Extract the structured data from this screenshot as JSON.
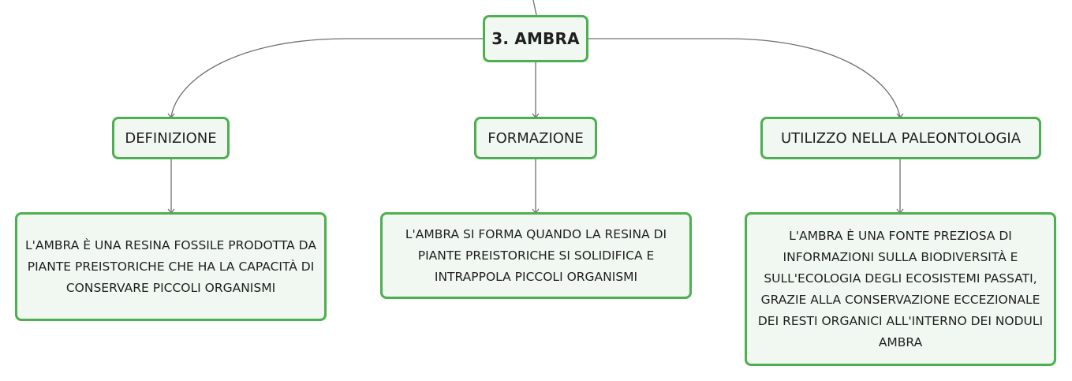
{
  "root": {
    "title": "3. AMBRA"
  },
  "branches": [
    {
      "label": "DEFINIZIONE",
      "detail": "L'AMBRA È UNA RESINA FOSSILE PRODOTTA DA PIANTE PREISTORICHE CHE HA LA CAPACITÀ DI CONSERVARE PICCOLI ORGANISMI"
    },
    {
      "label": "FORMAZIONE",
      "detail": "L'AMBRA SI FORMA QUANDO LA RESINA DI PIANTE PREISTORICHE SI SOLIDIFICA E INTRAPPOLA PICCOLI ORGANISMI"
    },
    {
      "label": "UTILIZZO NELLA PALEONTOLOGIA",
      "detail": "L'AMBRA È UNA FONTE PREZIOSA DI INFORMAZIONI SULLA BIODIVERSITÀ E SULL'ECOLOGIA DEGLI ECOSISTEMI PASSATI, GRAZIE ALLA CONSERVAZIONE ECCEZIONALE DEI RESTI ORGANICI ALL'INTERNO DEI NODULI AMBRA"
    }
  ],
  "colors": {
    "border": "#4caf50",
    "fill": "#f1f8f1",
    "connector": "#707070"
  }
}
